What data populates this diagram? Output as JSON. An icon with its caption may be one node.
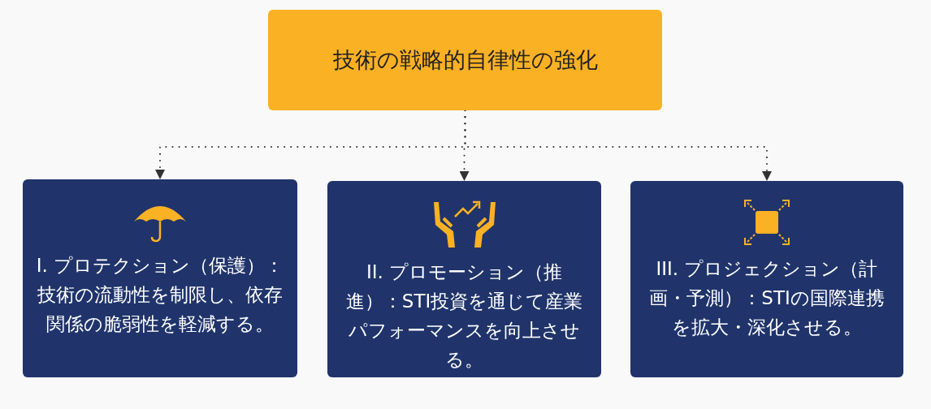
{
  "diagram": {
    "nodes": [
      {
        "text": [
          "技術の戦略的自律性の強化"
        ]
      },
      {
        "text": [
          "I. プロテクション（保護）：技術の流動性を制限し、依存関係の脆弱性を軽減する。"
        ]
      },
      {
        "text": [
          "II. プロモーション（推進）：STI投資を通じて産業パフォーマンスを向上させる。"
        ]
      },
      {
        "text": [
          "III. プロジェクション（計画・予測）：STIの国際連携を拡大・深化させる。"
        ]
      }
    ],
    "edges": [
      {
        "from": 0,
        "to": 1,
        "arrow": "to",
        "style": "dashed"
      },
      {
        "from": 0,
        "to": 2,
        "arrow": "to",
        "style": "dashed"
      },
      {
        "from": 0,
        "to": 3,
        "arrow": "to",
        "style": "dashed"
      }
    ]
  }
}
